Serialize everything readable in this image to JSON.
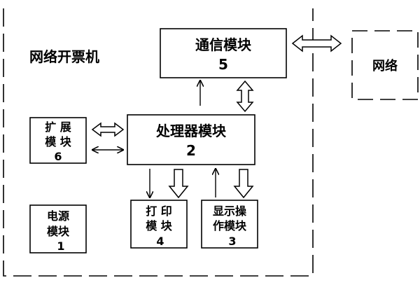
{
  "system": {
    "title": "网络开票机"
  },
  "network": {
    "label": "网络"
  },
  "blocks": {
    "comm": {
      "lines": [
        "通信模块",
        "5"
      ]
    },
    "cpu": {
      "lines": [
        "处理器模块",
        "2"
      ]
    },
    "expand": {
      "lines": [
        "扩 展",
        "模 块",
        "6"
      ]
    },
    "power": {
      "lines": [
        "电源",
        "模块",
        "1"
      ]
    },
    "printer": {
      "lines": [
        "打 印",
        "模 块",
        "4"
      ]
    },
    "display": {
      "lines": [
        "显示操",
        "作模块",
        "3"
      ]
    }
  }
}
